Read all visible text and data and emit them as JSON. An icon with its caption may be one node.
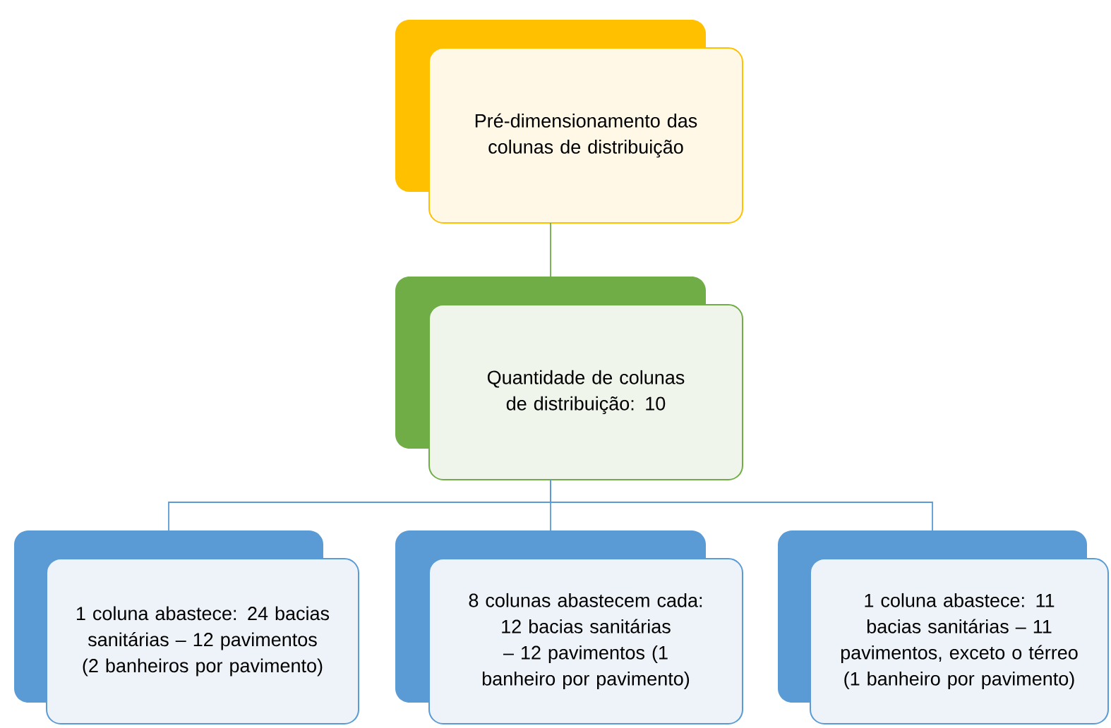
{
  "diagram": {
    "nodes": [
      {
        "text": [
          "Pré-dimensionamento das colunas de distribuição"
        ]
      },
      {
        "text": [
          "Quantidade de colunas de distribuição: 10"
        ]
      },
      {
        "text": [
          "1 coluna abastece: 24 bacias sanitárias – 12 pavimentos (2 banheiros por pavimento)"
        ]
      },
      {
        "text": [
          "8 colunas abastecem cada: 12 bacias sanitárias – 12 pavimentos (1 banheiro por pavimento)"
        ]
      },
      {
        "text": [
          "1 coluna abastece: 11 bacias sanitárias – 11 pavimentos, exceto o térreo (1 banheiro por pavimento)"
        ]
      }
    ],
    "edges": [
      {
        "from": 0,
        "to": 1,
        "arrow": "none",
        "color": "#70ad47"
      },
      {
        "from": 1,
        "to": 2,
        "arrow": "none"
      },
      {
        "from": 1,
        "to": 3,
        "arrow": "none"
      },
      {
        "from": 1,
        "to": 4,
        "arrow": "none"
      }
    ]
  }
}
